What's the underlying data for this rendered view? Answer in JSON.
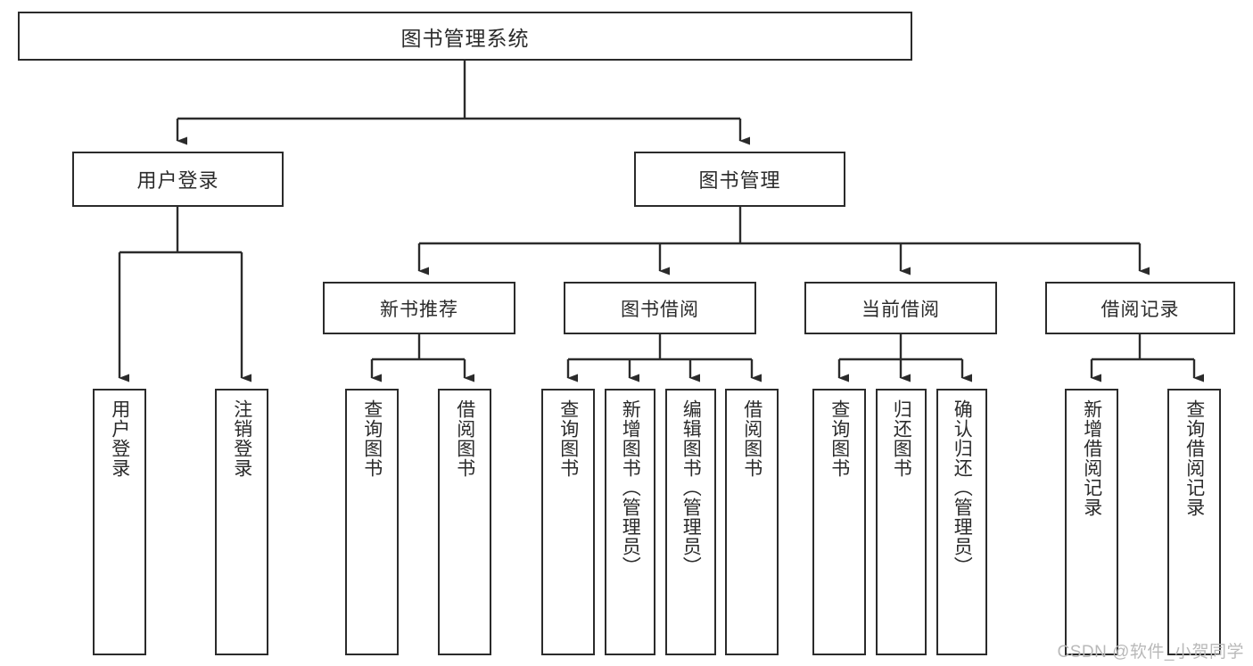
{
  "diagram": {
    "title": "图书管理系统",
    "type": "tree-hierarchy-diagram",
    "colors": {
      "box_border": "#2b2b2b",
      "box_fill": "#ffffff",
      "connector": "#2b2b2b",
      "watermark": "#b9b9b9",
      "background": "#ffffff"
    },
    "root": {
      "label": "图书管理系统"
    },
    "level1": [
      {
        "label": "用户登录"
      },
      {
        "label": "图书管理"
      }
    ],
    "level2": [
      {
        "label": "新书推荐"
      },
      {
        "label": "图书借阅"
      },
      {
        "label": "当前借阅"
      },
      {
        "label": "借阅记录"
      }
    ],
    "leaves": {
      "user_login": [
        {
          "label": "用户登录"
        },
        {
          "label": "注销登录"
        }
      ],
      "new_book_recommend": [
        {
          "label": "查询图书"
        },
        {
          "label": "借阅图书"
        }
      ],
      "book_borrow": [
        {
          "label": "查询图书"
        },
        {
          "label": "新增图书（管理员）"
        },
        {
          "label": "编辑图书（管理员）"
        },
        {
          "label": "借阅图书"
        }
      ],
      "current_borrow": [
        {
          "label": "查询图书"
        },
        {
          "label": "归还图书"
        },
        {
          "label": "确认归还（管理员）"
        }
      ],
      "borrow_record": [
        {
          "label": "新增借阅记录"
        },
        {
          "label": "查询借阅记录"
        }
      ]
    }
  },
  "watermark": {
    "text": "CSDN @软件_小贺同学"
  }
}
